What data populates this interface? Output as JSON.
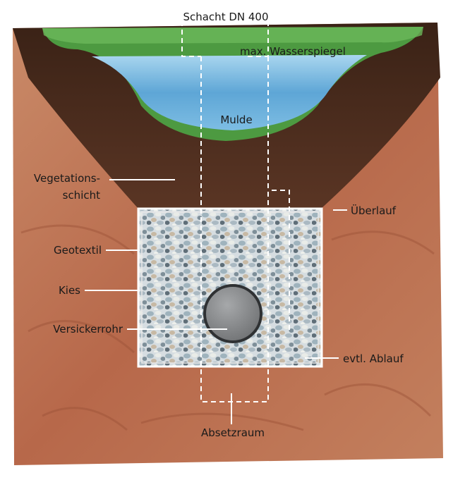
{
  "diagram": {
    "labels": {
      "shaft": "Schacht DN 400",
      "max_water": "max. Wasserspiegel",
      "mulde": "Mulde",
      "vegetation_line1": "Vegetations-",
      "vegetation_line2": "schicht",
      "overflow": "Überlauf",
      "geotextile": "Geotextil",
      "gravel": "Kies",
      "infiltration_pipe": "Versickerrohr",
      "optional_drain": "evtl. Ablauf",
      "settling_space": "Absetzraum"
    },
    "colors": {
      "water": "#6fb2da",
      "grass": "#5aa64a",
      "topsoil": "#4a2c1c",
      "subsoil": "#b86a48",
      "gravel": "#c9d2d8",
      "pipe": "#8a8c8e",
      "label_line": "#ffffff"
    }
  }
}
